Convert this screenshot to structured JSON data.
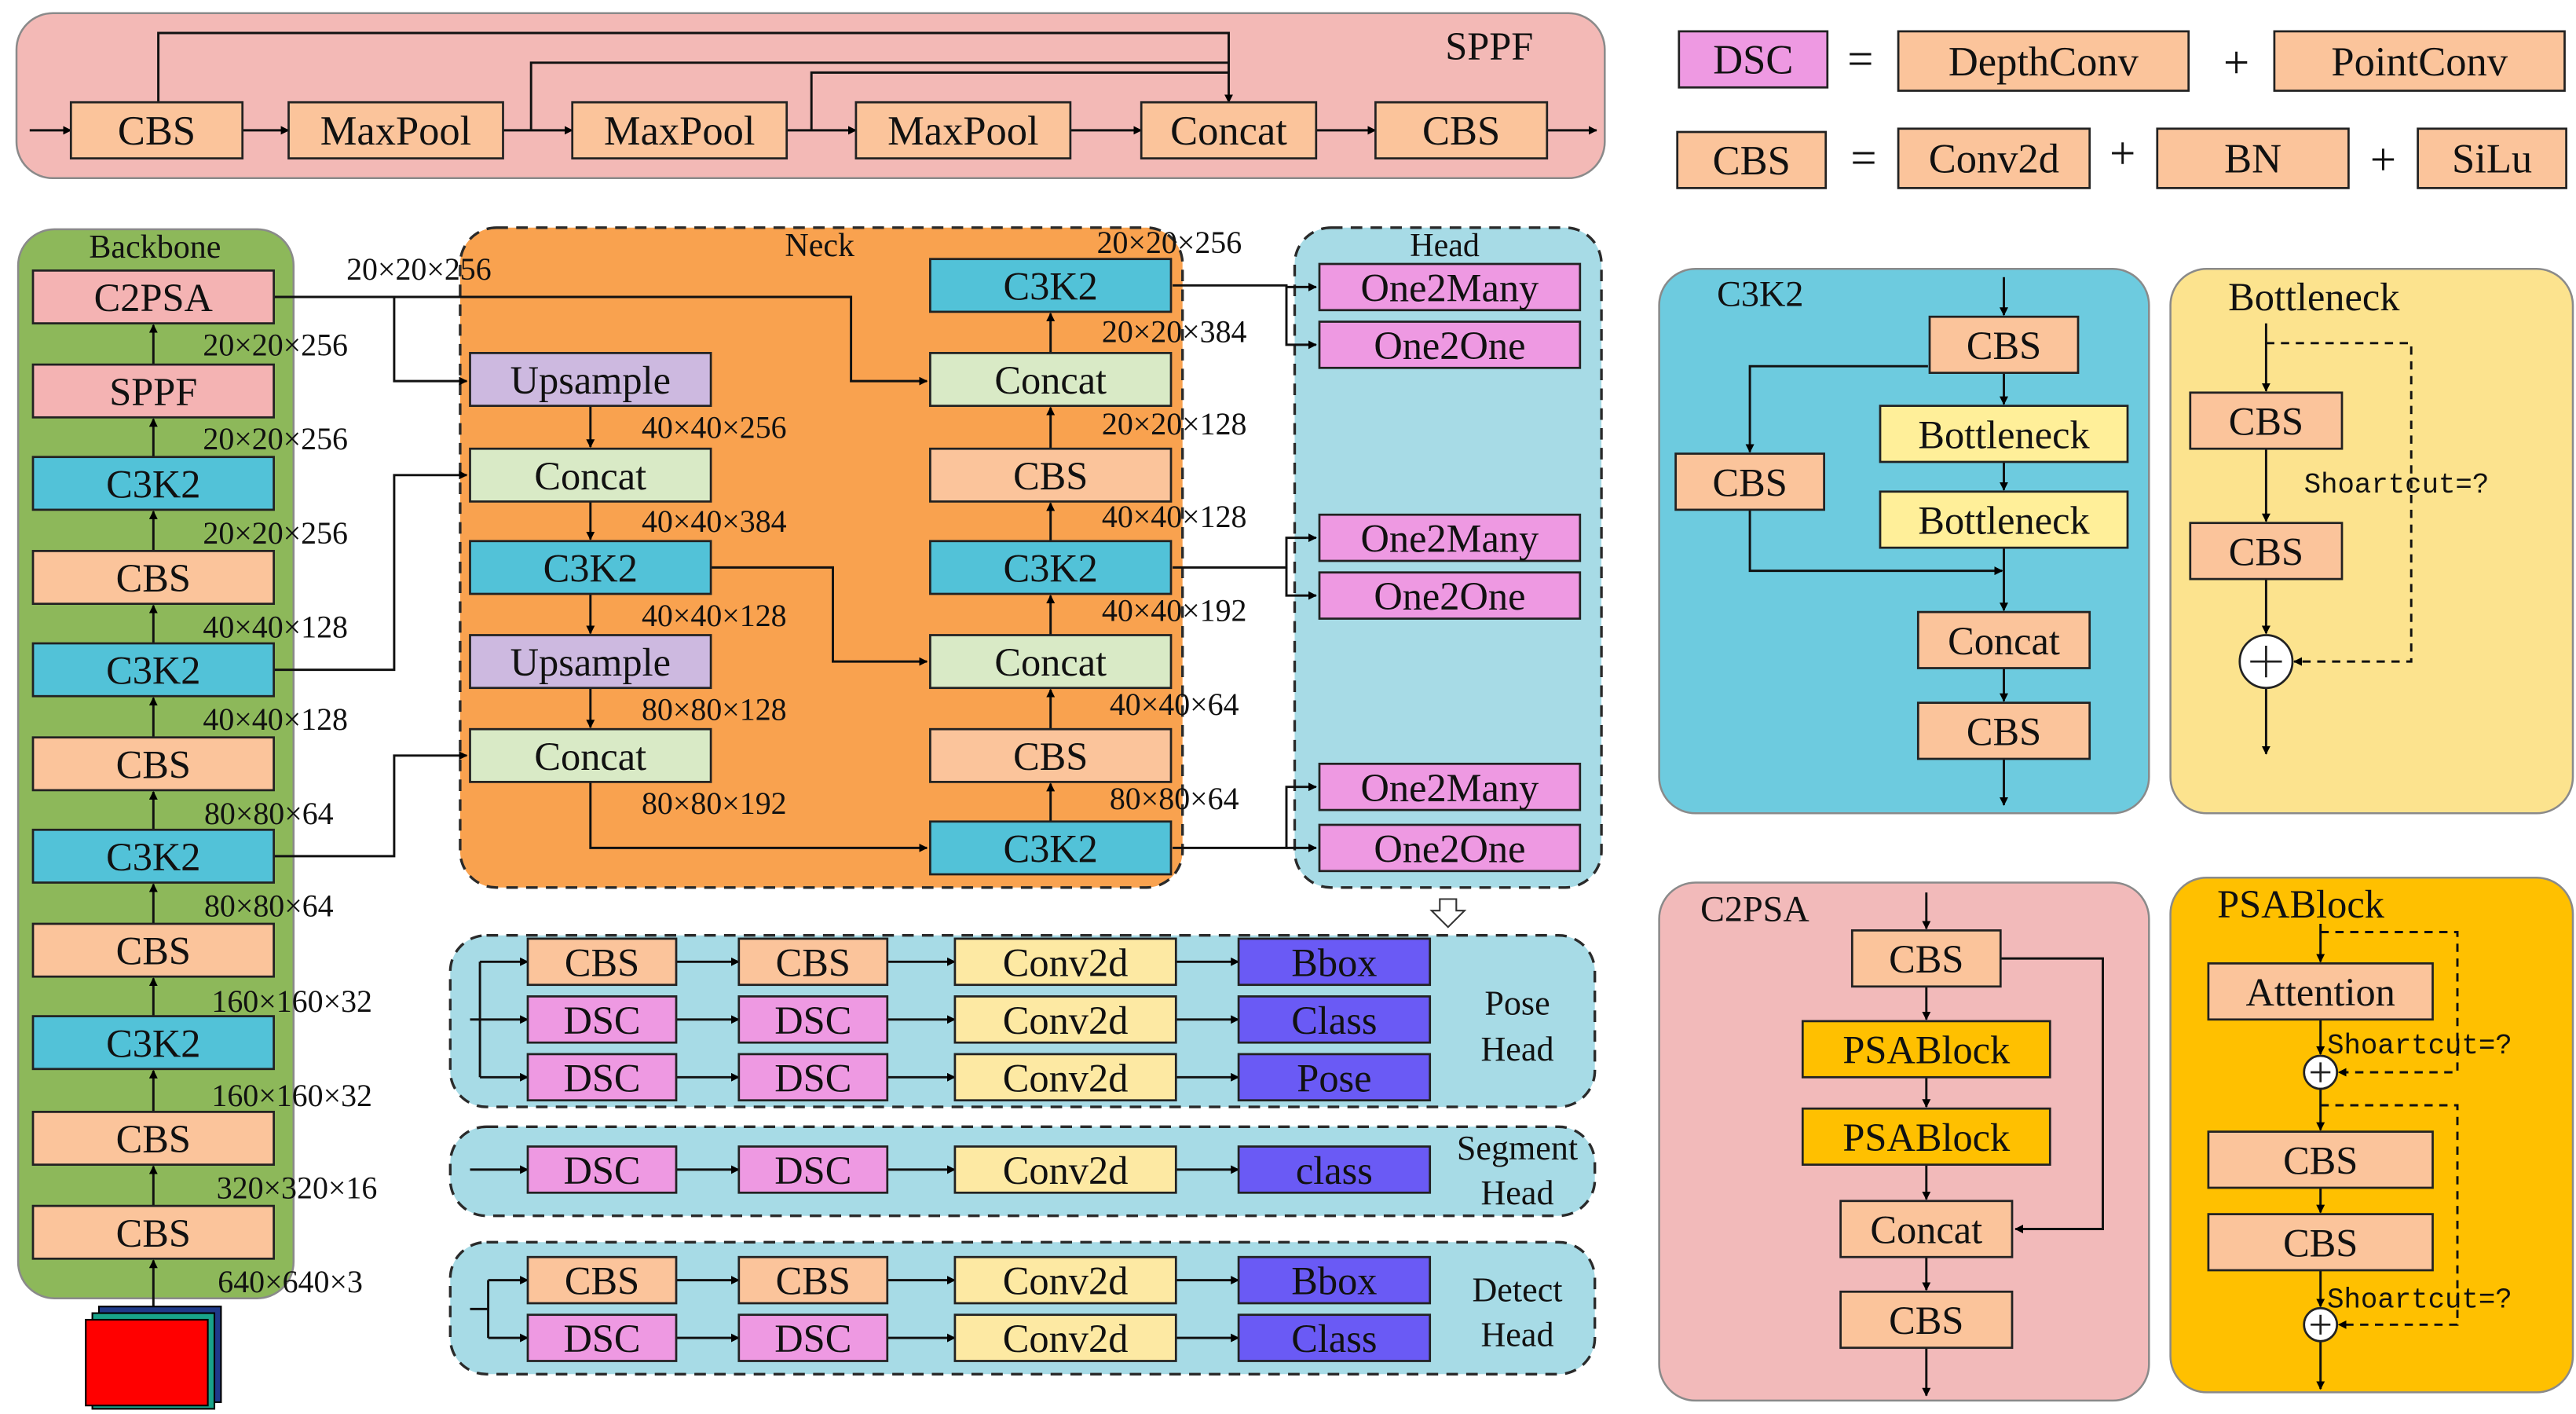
{
  "colors": {
    "cbs": "#FBC49B",
    "c3k2": "#52C2D8",
    "c2psa": "#F4B3B3",
    "upsample": "#CDB9E0",
    "concat": "#D9EAC6",
    "head_out": "#EE99E2",
    "conv2d": "#FDE9A3",
    "output": "#6A5AF5",
    "bottleneck": "#FFEF99",
    "psablock": "#FFC000",
    "backbone_bg": "#8DB85A",
    "neck_bg": "#F9A24F",
    "head_bg": "#A7DBE6",
    "sppf_bg": "#F3B9B6",
    "c3k2_panel_bg": "#6DCBDF",
    "bottleneck_panel_bg": "#FCE38E",
    "c2psa_panel_bg": "#F2BABA",
    "psablock_panel_bg": "#FFC000",
    "input_image": "#FF0000"
  },
  "regions": {
    "sppf": "SPPF",
    "backbone": "Backbone",
    "neck": "Neck",
    "head": "Head",
    "c3k2": "C3K2",
    "bottleneck": "Bottleneck",
    "c2psa": "C2PSA",
    "psablock": "PSABlock",
    "pose_head": [
      "Pose",
      "Head"
    ],
    "segment_head": [
      "Segment",
      "Head"
    ],
    "detect_head": [
      "Detect",
      "Head"
    ]
  },
  "legend": {
    "dsc": [
      "DSC",
      "DepthConv",
      "PointConv"
    ],
    "cbs": [
      "CBS",
      "Conv2d",
      "BN",
      "SiLu"
    ],
    "equals": "=",
    "plus": "+"
  },
  "sppf_chain": [
    "CBS",
    "MaxPool",
    "MaxPool",
    "MaxPool",
    "Concat",
    "CBS"
  ],
  "backbone": {
    "blocks": [
      "C2PSA",
      "SPPF",
      "C3K2",
      "CBS",
      "C3K2",
      "CBS",
      "C3K2",
      "CBS",
      "C3K2",
      "CBS",
      "CBS"
    ],
    "shapes": [
      "20×20×256",
      "20×20×256",
      "20×20×256",
      "20×20×256",
      "40×40×128",
      "40×40×128",
      "80×80×64",
      "80×80×64",
      "160×160×32",
      "160×160×32",
      "320×320×16",
      "640×640×3"
    ]
  },
  "neck": {
    "left_blocks": [
      "Upsample",
      "Concat",
      "C3K2",
      "Upsample",
      "Concat"
    ],
    "left_shapes": [
      "40×40×256",
      "40×40×384",
      "40×40×128",
      "80×80×128",
      "80×80×192"
    ],
    "right_blocks": [
      "C3K2",
      "Concat",
      "CBS",
      "C3K2",
      "Concat",
      "CBS",
      "C3K2"
    ],
    "right_shapes": [
      "20×20×256",
      "20×20×384",
      "20×20×128",
      "40×40×128",
      "40×40×192",
      "40×40×64",
      "80×80×64"
    ]
  },
  "head_outputs": [
    "One2Many",
    "One2One",
    "One2Many",
    "One2One",
    "One2Many",
    "One2One"
  ],
  "pose_head": [
    [
      "CBS",
      "CBS",
      "Conv2d",
      "Bbox"
    ],
    [
      "DSC",
      "DSC",
      "Conv2d",
      "Class"
    ],
    [
      "DSC",
      "DSC",
      "Conv2d",
      "Pose"
    ]
  ],
  "segment_head": [
    [
      "DSC",
      "DSC",
      "Conv2d",
      "class"
    ]
  ],
  "detect_head": [
    [
      "CBS",
      "CBS",
      "Conv2d",
      "Bbox"
    ],
    [
      "DSC",
      "DSC",
      "Conv2d",
      "Class"
    ]
  ],
  "c3k2_module": [
    "CBS",
    "Bottleneck",
    "Bottleneck",
    "CBS",
    "Concat",
    "CBS"
  ],
  "bottleneck_module": {
    "blocks": [
      "CBS",
      "CBS"
    ],
    "shortcut": "Shoartcut=?"
  },
  "c2psa_module": [
    "CBS",
    "PSABlock",
    "PSABlock",
    "Concat",
    "CBS"
  ],
  "psablock_module": {
    "blocks": [
      "Attention",
      "CBS",
      "CBS"
    ],
    "shortcut": "Shoartcut=?"
  }
}
